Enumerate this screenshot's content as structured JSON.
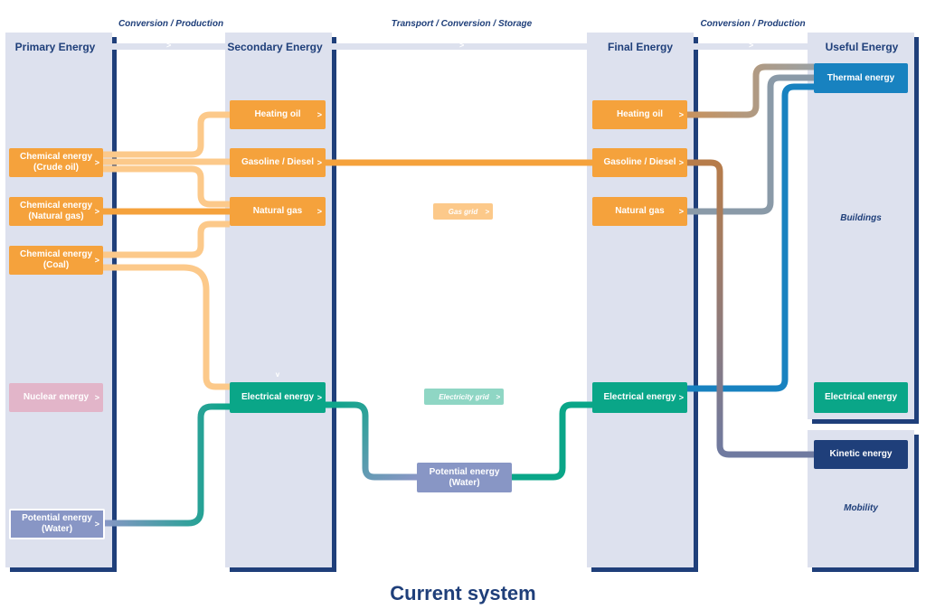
{
  "phases": [
    "Conversion / Production",
    "Transport / Conversion / Storage",
    "Conversion / Production"
  ],
  "columns": {
    "primary": "Primary Energy",
    "secondary": "Secondary Energy",
    "final": "Final Energy",
    "useful": "Useful Energy"
  },
  "primary": {
    "crude": "Chemical energy\n(Crude oil)",
    "natgas": "Chemical energy\n(Natural gas)",
    "coal": "Chemical energy\n(Coal)",
    "nuclear": "Nuclear energy",
    "water": "Potential energy\n(Water)"
  },
  "secondary": {
    "heating_oil": "Heating oil",
    "gasoline": "Gasoline / Diesel",
    "natural_gas": "Natural gas",
    "electrical": "Electrical energy"
  },
  "transport": {
    "gas_grid": "Gas grid",
    "electricity_grid": "Electricity grid",
    "storage": "Potential energy\n(Water)"
  },
  "final": {
    "heating_oil": "Heating oil",
    "gasoline": "Gasoline / Diesel",
    "natural_gas": "Natural gas",
    "electrical": "Electrical energy"
  },
  "useful": {
    "thermal": "Thermal energy",
    "electrical": "Electrical energy",
    "kinetic": "Kinetic energy",
    "buildings": "Buildings",
    "mobility": "Mobility"
  },
  "footer": "Current system",
  "chevron": ">",
  "down_chevron": "v",
  "colors": {
    "orange": "#f5a23c",
    "light_orange": "#fcc98a",
    "green": "#0aa688",
    "light_green": "#8fd6c4",
    "blue": "#1882c0",
    "navy": "#1f3f7a",
    "lavender": "#8896c5",
    "pink": "#e2b5c9",
    "panel": "#dde1ee",
    "brown": "#a3734f",
    "gray": "#8a9aa8"
  }
}
